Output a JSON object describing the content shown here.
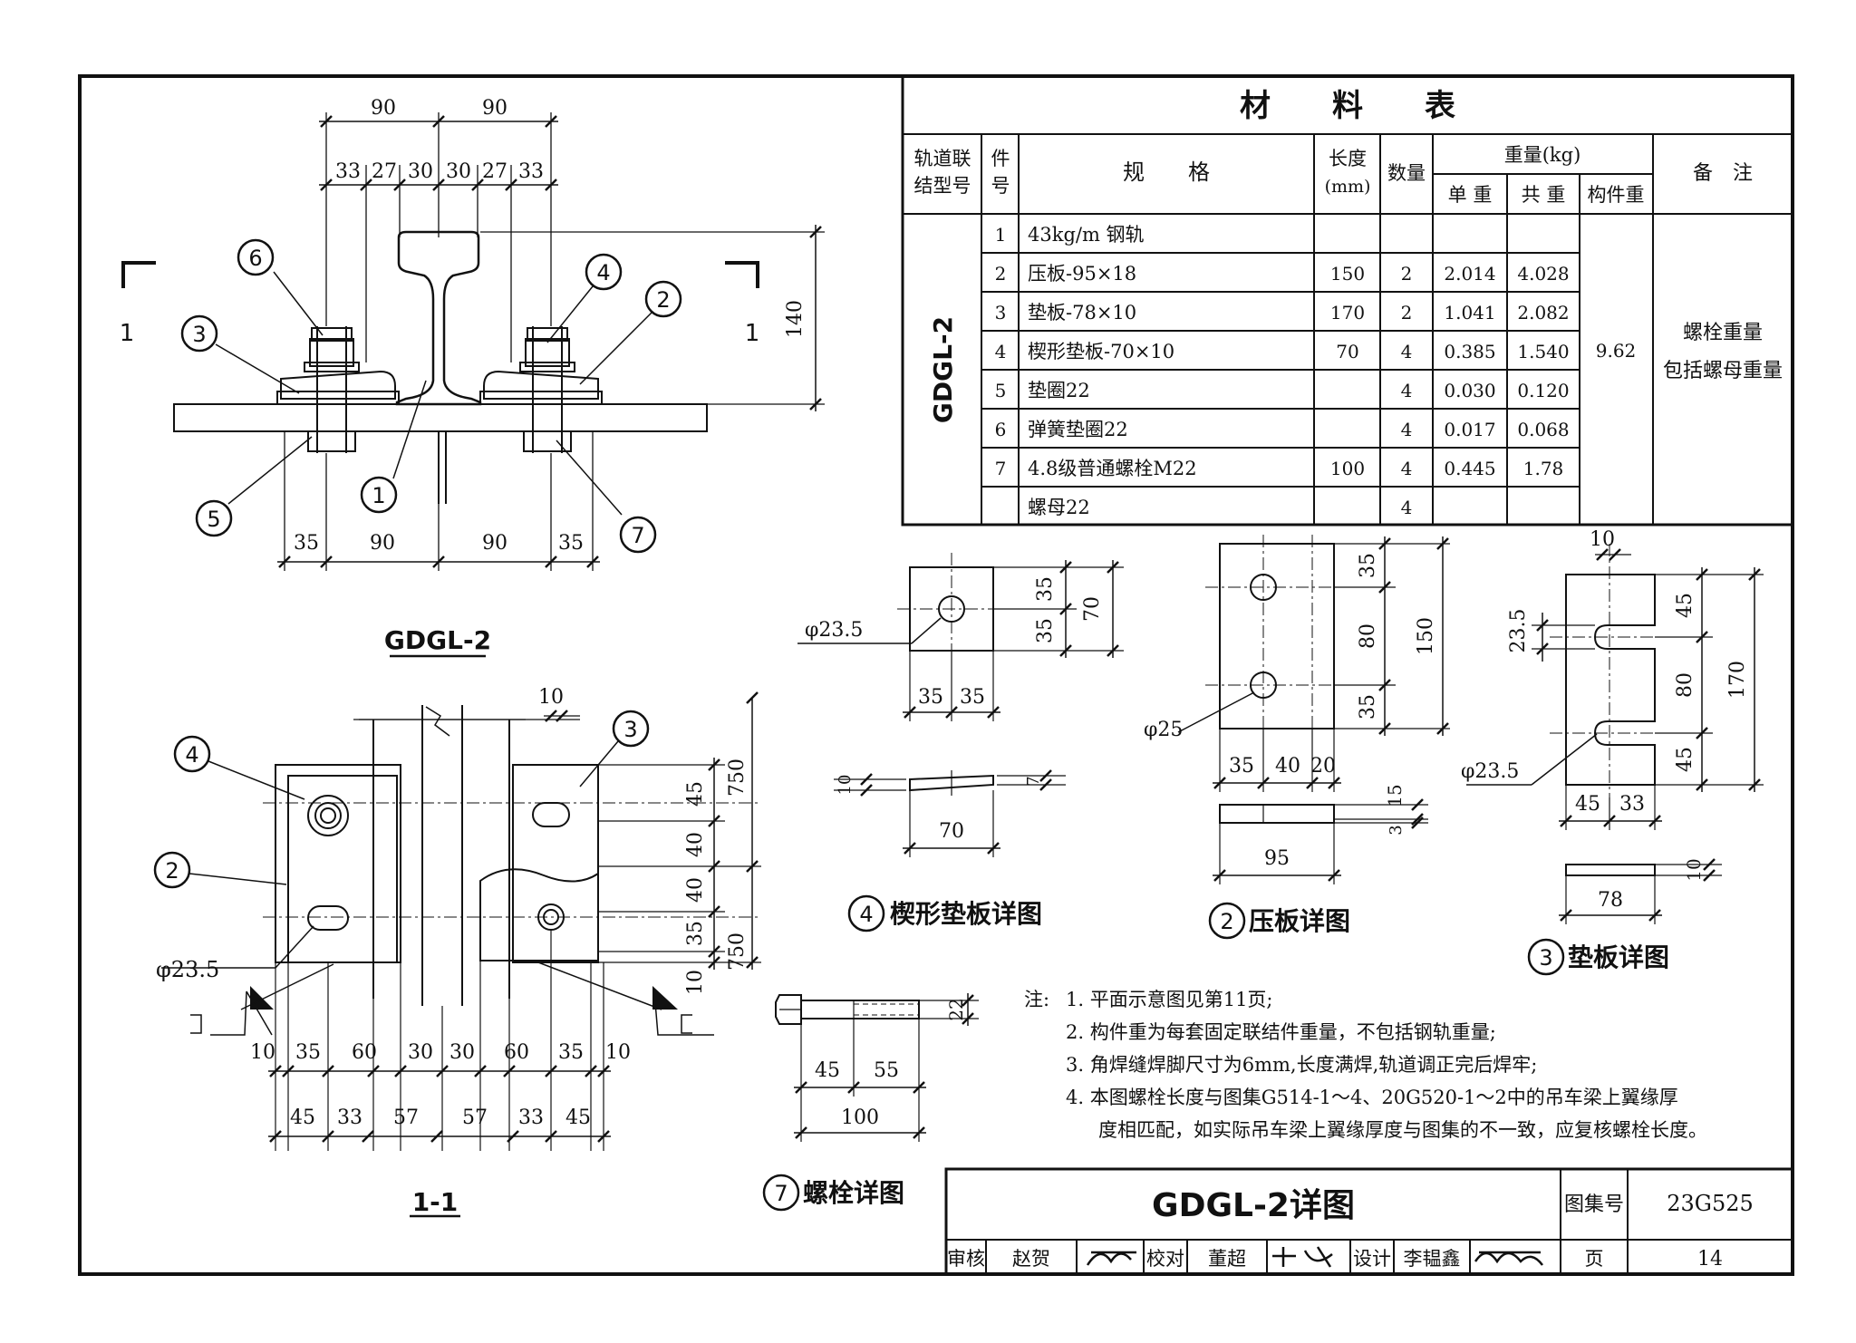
{
  "material_table": {
    "title": "材　　料　　表",
    "headers": {
      "type_no": "轨道联结型号",
      "type_no_l1": "轨道联",
      "type_no_l2": "结型号",
      "item_no_l1": "件",
      "item_no_l2": "号",
      "spec": "规　　格",
      "length_l1": "长度",
      "length_l2": "(mm)",
      "qty": "数量",
      "weight": "重量(kg)",
      "unit_weight": "单 重",
      "total_weight": "共 重",
      "member_weight": "构件重",
      "remark": "备　注"
    },
    "type_code": "GDGL-2",
    "member_weight_value": "9.62",
    "remark_l1": "螺栓重量",
    "remark_l2": "包括螺母重量",
    "rows": [
      {
        "no": "1",
        "spec": "43kg/m 钢轨",
        "length": "",
        "qty": "",
        "unit": "",
        "total": ""
      },
      {
        "no": "2",
        "spec": "压板-95×18",
        "length": "150",
        "qty": "2",
        "unit": "2.014",
        "total": "4.028"
      },
      {
        "no": "3",
        "spec": "垫板-78×10",
        "length": "170",
        "qty": "2",
        "unit": "1.041",
        "total": "2.082"
      },
      {
        "no": "4",
        "spec": "楔形垫板-70×10",
        "length": "70",
        "qty": "4",
        "unit": "0.385",
        "total": "1.540"
      },
      {
        "no": "5",
        "spec": "垫圈22",
        "length": "",
        "qty": "4",
        "unit": "0.030",
        "total": "0.120"
      },
      {
        "no": "6",
        "spec": "弹簧垫圈22",
        "length": "",
        "qty": "4",
        "unit": "0.017",
        "total": "0.068"
      },
      {
        "no": "7",
        "spec": "4.8级普通螺栓M22",
        "length": "100",
        "qty": "4",
        "unit": "0.445",
        "total": "1.78"
      },
      {
        "no": "",
        "spec": "螺母22",
        "length": "",
        "qty": "4",
        "unit": "",
        "total": ""
      }
    ]
  },
  "views": {
    "elevation_label": "GDGL-2",
    "section_label": "1-1",
    "section_mark": "1",
    "elevation_dims": {
      "top_90a": "90",
      "top_90b": "90",
      "top_33a": "33",
      "top_27a": "27",
      "top_30a": "30",
      "top_30b": "30",
      "top_27b": "27",
      "top_33b": "33",
      "h140": "140",
      "bot_35a": "35",
      "bot_90a": "90",
      "bot_90b": "90",
      "bot_35b": "35"
    },
    "callouts": [
      "1",
      "2",
      "3",
      "4",
      "5",
      "6",
      "7"
    ],
    "section_dims": {
      "d10_top": "10",
      "r45": "45",
      "r40a": "40",
      "r40b": "40",
      "r35": "35",
      "r10": "10",
      "r750a": "750",
      "r750b": "750",
      "phi": "φ23.5",
      "b10a": "10",
      "b35a": "35",
      "b60a": "60",
      "b30a": "30",
      "b30b": "30",
      "b60b": "60",
      "b35b": "35",
      "b10b": "10",
      "c45a": "45",
      "c33a": "33",
      "c57a": "57",
      "c57b": "57",
      "c33b": "33",
      "c45b": "45"
    }
  },
  "details": {
    "wedge": {
      "title": "楔形垫板详图",
      "no": "4",
      "phi": "φ23.5",
      "d35a": "35",
      "d35b": "35",
      "d70": "70",
      "w35a": "35",
      "w35b": "35",
      "t10": "10",
      "t7": "7",
      "w70": "70"
    },
    "press": {
      "title": "压板详图",
      "no": "2",
      "phi": "φ25",
      "d35a": "35",
      "d80": "80",
      "d35b": "35",
      "d150": "150",
      "w35": "35",
      "w40": "40",
      "w20": "20",
      "t15": "15",
      "t3": "3",
      "w95": "95"
    },
    "pad": {
      "title": "垫板详图",
      "no": "3",
      "d10": "10",
      "phi1": "23.5",
      "d45a": "45",
      "d80": "80",
      "d45b": "45",
      "d170": "170",
      "phi2": "φ23.5",
      "w45": "45",
      "w33": "33",
      "t10": "10",
      "w78": "78"
    },
    "bolt": {
      "title": "螺栓详图",
      "no": "7",
      "d22": "22",
      "w45": "45",
      "w55": "55",
      "w100": "100"
    }
  },
  "notes": {
    "label": "注:",
    "items": [
      "1. 平面示意图见第11页;",
      "2. 构件重为每套固定联结件重量，不包括钢轨重量;",
      "3. 角焊缝焊脚尺寸为6mm,长度满焊,轨道调正完后焊牢;",
      "4. 本图螺栓长度与图集G514-1～4、20G520-1～2中的吊车梁上翼缘厚",
      "度相匹配，如实际吊车梁上翼缘厚度与图集的不一致，应复核螺栓长度。"
    ]
  },
  "title_block": {
    "drawing_title": "GDGL-2详图",
    "atlas_label": "图集号",
    "atlas_no": "23G525",
    "review_label": "审核",
    "review_name": "赵贺",
    "check_label": "校对",
    "check_name": "董超",
    "design_label": "设计",
    "design_name": "李韫鑫",
    "page_label": "页",
    "page_no": "14"
  }
}
